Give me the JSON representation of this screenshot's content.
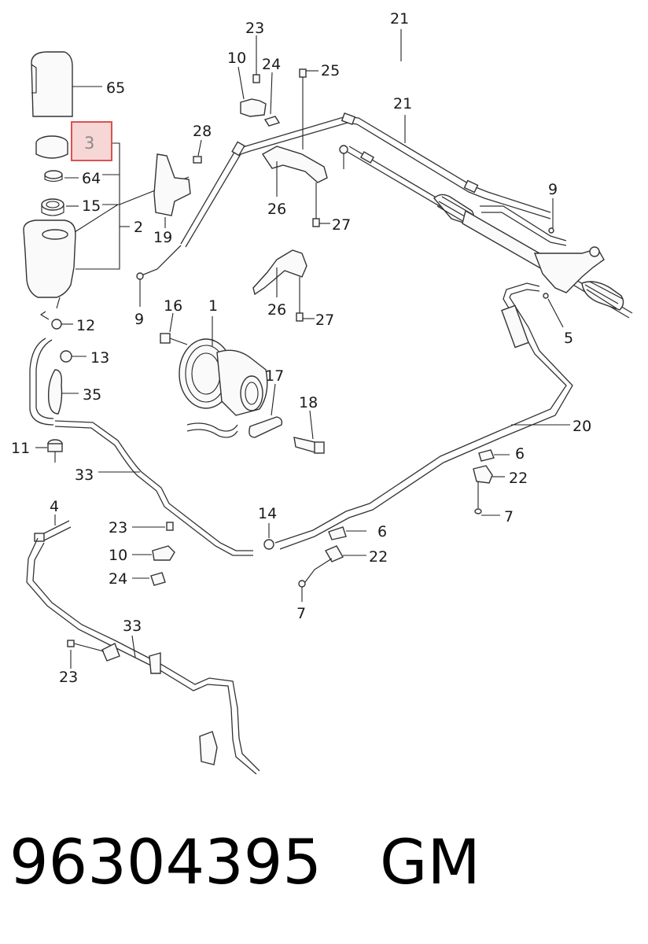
{
  "callouts": [
    {
      "id": "c65",
      "text": "65"
    },
    {
      "id": "c3",
      "text": "3"
    },
    {
      "id": "c64",
      "text": "64"
    },
    {
      "id": "c15",
      "text": "15"
    },
    {
      "id": "c2",
      "text": "2"
    },
    {
      "id": "c12",
      "text": "12"
    },
    {
      "id": "c13",
      "text": "13"
    },
    {
      "id": "c35",
      "text": "35"
    },
    {
      "id": "c11",
      "text": "11"
    },
    {
      "id": "c33a",
      "text": "33"
    },
    {
      "id": "c23a",
      "text": "23"
    },
    {
      "id": "c10a",
      "text": "10"
    },
    {
      "id": "c24a",
      "text": "24"
    },
    {
      "id": "c25",
      "text": "25"
    },
    {
      "id": "c21a",
      "text": "21"
    },
    {
      "id": "c21b",
      "text": "21"
    },
    {
      "id": "c28",
      "text": "28"
    },
    {
      "id": "c19",
      "text": "19"
    },
    {
      "id": "c26a",
      "text": "26"
    },
    {
      "id": "c27a",
      "text": "27"
    },
    {
      "id": "c9a",
      "text": "9"
    },
    {
      "id": "c9b",
      "text": "9"
    },
    {
      "id": "c26b",
      "text": "26"
    },
    {
      "id": "c27b",
      "text": "27"
    },
    {
      "id": "c16",
      "text": "16"
    },
    {
      "id": "c1",
      "text": "1"
    },
    {
      "id": "c5",
      "text": "5"
    },
    {
      "id": "c17",
      "text": "17"
    },
    {
      "id": "c18",
      "text": "18"
    },
    {
      "id": "c20",
      "text": "20"
    },
    {
      "id": "c6a",
      "text": "6"
    },
    {
      "id": "c22a",
      "text": "22"
    },
    {
      "id": "c7a",
      "text": "7"
    },
    {
      "id": "c4",
      "text": "4"
    },
    {
      "id": "c23b",
      "text": "23"
    },
    {
      "id": "c10b",
      "text": "10"
    },
    {
      "id": "c24b",
      "text": "24"
    },
    {
      "id": "c14",
      "text": "14"
    },
    {
      "id": "c6b",
      "text": "6"
    },
    {
      "id": "c22b",
      "text": "22"
    },
    {
      "id": "c7b",
      "text": "7"
    },
    {
      "id": "c33b",
      "text": "33"
    },
    {
      "id": "c23c",
      "text": "23"
    }
  ],
  "highlight": {
    "text": "3",
    "color": "#d9534f",
    "fill": "#f7d6d6"
  },
  "footer": {
    "part_number": "96304395",
    "brand": "GM"
  }
}
